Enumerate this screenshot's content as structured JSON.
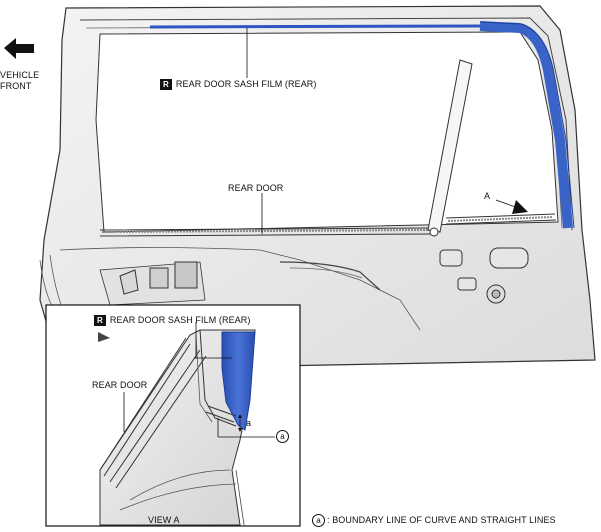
{
  "vehicle_front": {
    "line1": "VEHICLE",
    "line2": "FRONT"
  },
  "main_view": {
    "sash_label_badge": "R",
    "sash_label": "REAR DOOR SASH FILM (REAR)",
    "door_label": "REAR DOOR",
    "view_marker": "A"
  },
  "inset_view": {
    "sash_label_badge": "R",
    "sash_label": "REAR DOOR SASH FILM (REAR)",
    "door_label": "REAR DOOR",
    "dim_label": "a",
    "callout": "a",
    "caption": "VIEW A"
  },
  "legend": {
    "symbol": "a",
    "text": ": BOUNDARY LINE OF CURVE AND STRAIGHT LINES"
  },
  "colors": {
    "film": "#3a63c8",
    "film_dark": "#1d3f98",
    "outline": "#2a2a2a"
  }
}
